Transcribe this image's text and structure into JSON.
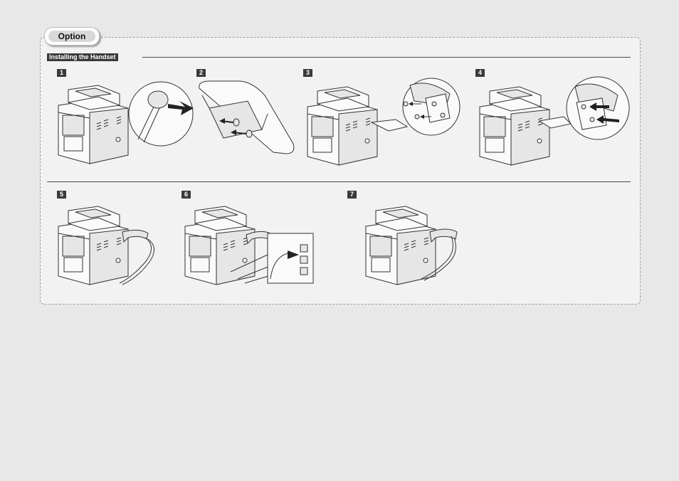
{
  "option_label": "Option",
  "section_title": "Installing the Handset",
  "steps": [
    "1",
    "2",
    "3",
    "4",
    "5",
    "6",
    "7"
  ]
}
